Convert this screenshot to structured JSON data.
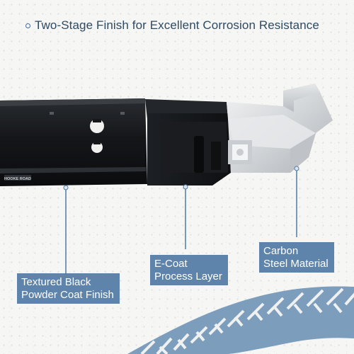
{
  "header": {
    "title": "Two-Stage Finish for Excellent Corrosion Resistance"
  },
  "product": {
    "brand_plate": "HOOKE ROAD"
  },
  "callouts": [
    {
      "line1": "Textured Black",
      "line2": "Powder Coat Finish"
    },
    {
      "line1": "E-Coat",
      "line2": "Process Layer"
    },
    {
      "line1": "Carbon",
      "line2": "Steel Material"
    }
  ],
  "colors": {
    "label_bg": "#507aa5",
    "title_text": "#2f4a63",
    "tire_track": "#6f93b6",
    "bumper_black": "#15171a",
    "raw_steel": "#d9dcdf"
  },
  "icons": {
    "title_bullet": "circle-bullet-icon",
    "callout_marker": "dot-marker-icon"
  }
}
